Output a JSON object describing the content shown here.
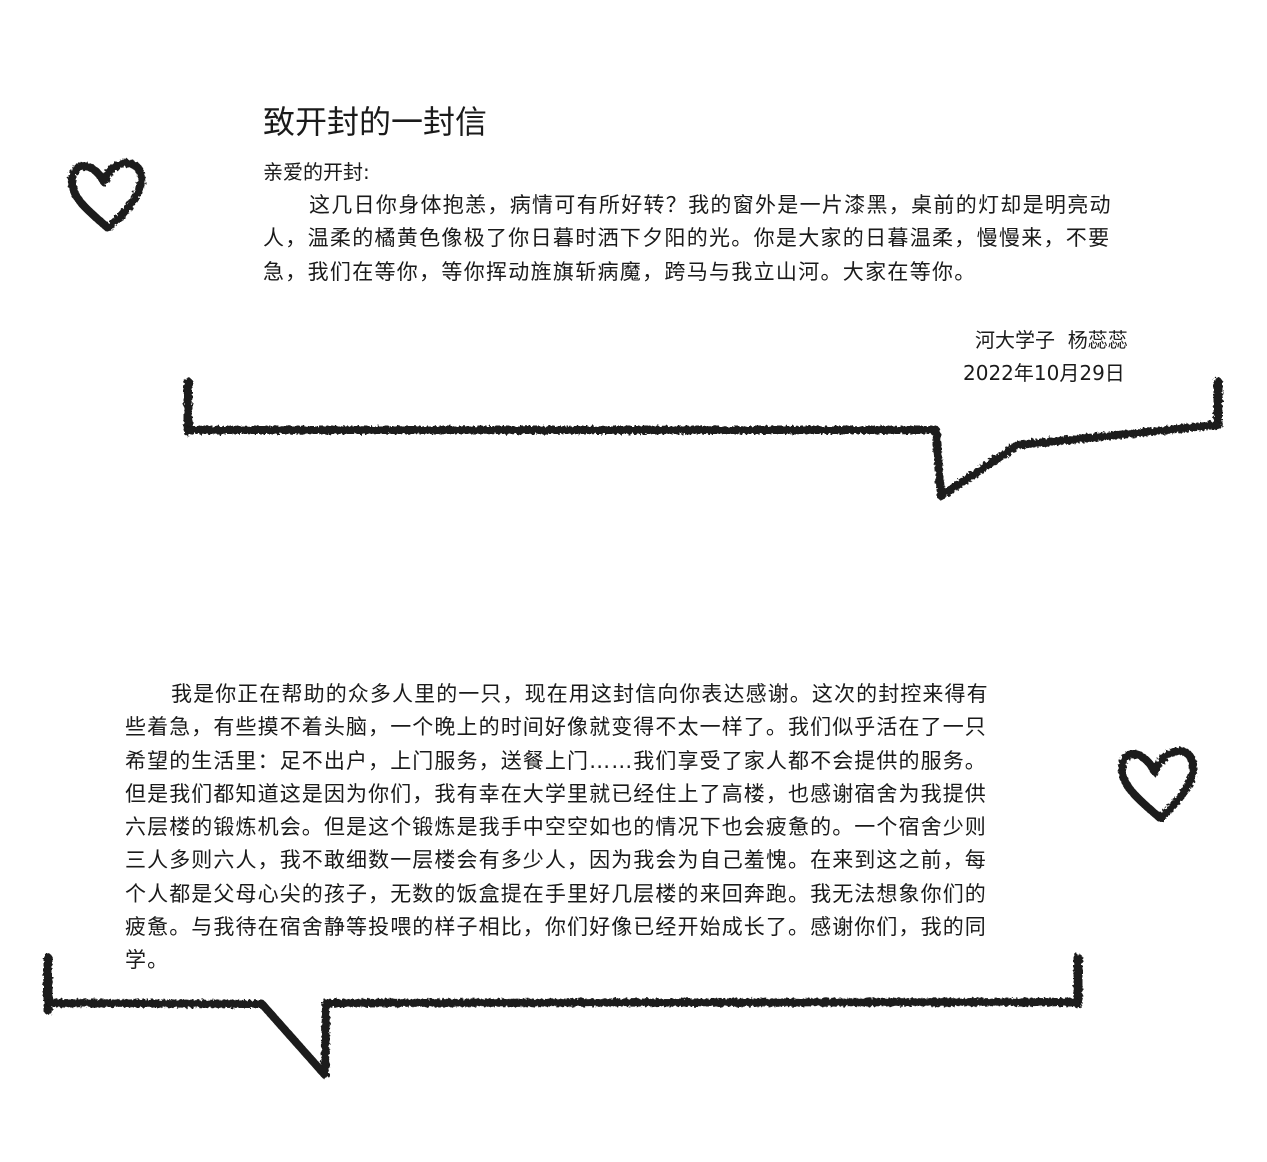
{
  "letter": {
    "title": "致开封的一封信",
    "salutation": "亲爱的开封:",
    "paragraph1_lines": [
      "这几日你身体抱恙，病情可有所好转？我的窗外是一片漆黑，桌前的灯却是明亮动",
      "人，温柔的橘黄色像极了你日暮时洒下夕阳的光。你是大家的日暮温柔，慢慢来，不要",
      "急，我们在等你，等你挥动旌旗斩病魔，跨马与我立山河。大家在等你。"
    ],
    "signature": "河大学子  杨蕊蕊",
    "date": "2022年10月29日",
    "paragraph2_lines": [
      "我是你正在帮助的众多人里的一只，现在用这封信向你表达感谢。这次的封控来得有",
      "些着急，有些摸不着头脑，一个晚上的时间好像就变得不太一样了。我们似乎活在了一只",
      "希望的生活里：足不出户，上门服务，送餐上门……我们享受了家人都不会提供的服务。",
      "但是我们都知道这是因为你们，我有幸在大学里就已经住上了高楼，也感谢宿舍为我提供",
      "六层楼的锻炼机会。但是这个锻炼是我手中空空如也的情况下也会疲惫的。一个宿舍少则",
      "三人多则六人，我不敢细数一层楼会有多少人，因为我会为自己羞愧。在来到这之前，每",
      "个人都是父母心尖的孩子，无数的饭盒提在手里好几层楼的来回奔跑。我无法想象你们的",
      "疲惫。与我待在宿舍静等投喂的样子相比，你们好像已经开始成长了。感谢你们，我的同",
      "学。"
    ]
  },
  "decorations": {
    "icons": [
      "heart-icon",
      "heart-icon",
      "speech-bubble-stroke",
      "speech-bubble-stroke"
    ],
    "ink_color": "#1a1a1a"
  }
}
